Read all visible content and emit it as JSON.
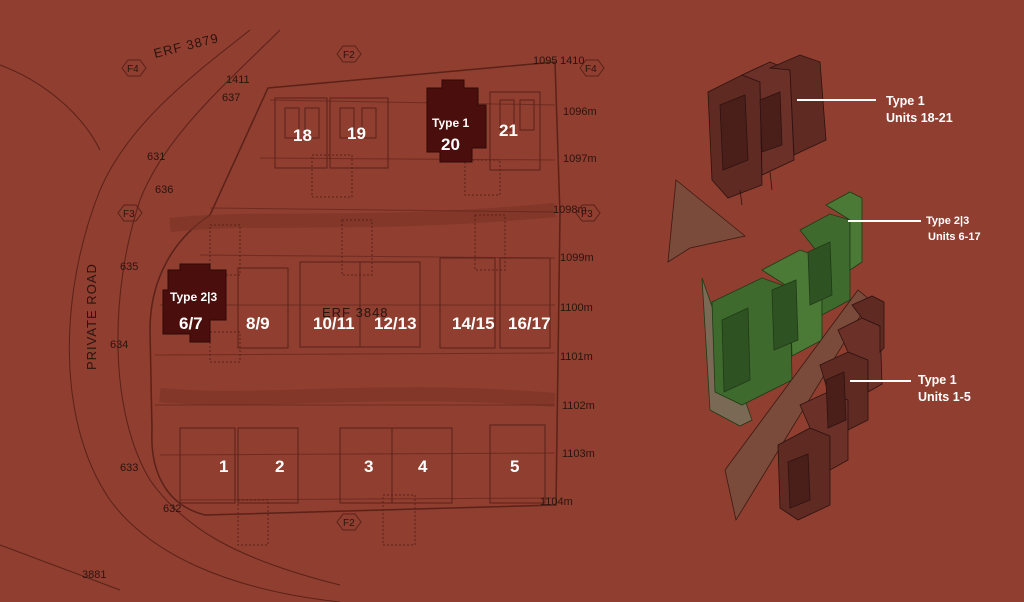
{
  "site_plan": {
    "erf_top": "ERF 3879",
    "erf_center": "ERF 3848",
    "private_road": "PRIVATE ROAD",
    "bottom_number": "3881",
    "boundary_numbers": [
      "1411",
      "637",
      "631",
      "636",
      "635",
      "634",
      "633",
      "632",
      "1095",
      "1410"
    ],
    "contours": [
      "1096m",
      "1097m",
      "1098m",
      "1099m",
      "1100m",
      "1101m",
      "1102m",
      "1103m",
      "1104m"
    ],
    "markers": [
      "F4",
      "F4",
      "F2",
      "F3",
      "F3",
      "F2"
    ],
    "highlight_top": {
      "type": "Type 1",
      "unit": "20"
    },
    "highlight_mid": {
      "type": "Type 2|3",
      "unit": "6/7"
    },
    "units_top": [
      "18",
      "19",
      "21"
    ],
    "units_mid": [
      "8/9",
      "10/11",
      "12/13",
      "14/15",
      "16/17"
    ],
    "units_bottom": [
      "1",
      "2",
      "3",
      "4",
      "5"
    ]
  },
  "legend": [
    {
      "line1": "Type 1",
      "line2": "Units 18-21"
    },
    {
      "line1": "Type 2|3",
      "line2": "Units 6-17"
    },
    {
      "line1": "Type 1",
      "line2": "Units 1-5"
    }
  ],
  "colors": {
    "background": "#8f3e2f",
    "plan_line": "#5a2219",
    "highlight": "#4a0f0c",
    "type1_3d": "#5e2a22",
    "type23_3d": "#3f6a2e"
  }
}
